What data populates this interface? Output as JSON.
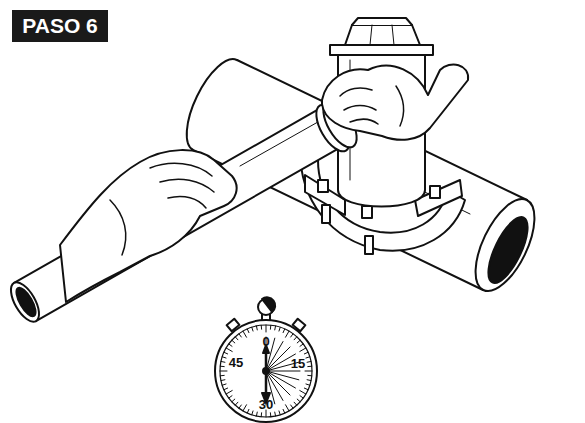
{
  "diagram": {
    "title": "PASO 6",
    "labels": [
      "0",
      "45",
      "15",
      "30"
    ]
  }
}
